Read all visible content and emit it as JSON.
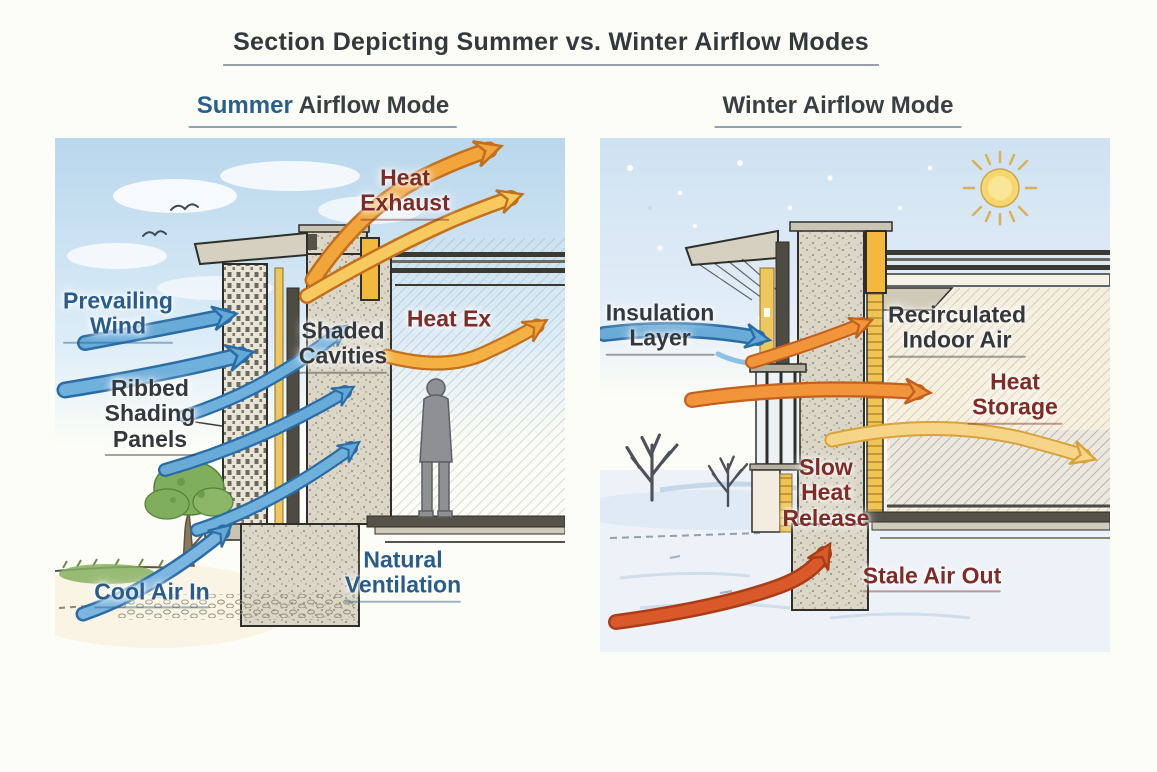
{
  "title": "Section Depicting Summer vs. Winter Airflow Modes",
  "panels": {
    "summer": {
      "heading": {
        "accent": "Summer",
        "rest": " Airflow Mode"
      },
      "labels": {
        "heat_exhaust": "Heat\nExhaust",
        "prevailing_wind": "Prevailing\nWind",
        "shaded_cavities": "Shaded\nCavities",
        "heat_ex": "Heat Ex",
        "ribbed_shading_panels": "Ribbed\nShading\nPanels",
        "cool_air_in": "Cool Air In",
        "natural_ventilation": "Natural\nVentilation"
      },
      "scene": [
        "sky",
        "clouds",
        "birds",
        "tree",
        "person",
        "building-section"
      ]
    },
    "winter": {
      "heading": {
        "accent": "Winter",
        "rest": " Airflow Mode"
      },
      "labels": {
        "insulation_layer": "Insulation\nLayer",
        "recirculated_indoor_air": "Recirculated\nIndoor Air",
        "heat_storage": "Heat Storage",
        "slow_heat_release": "Slow\nHeat\nRelease",
        "stale_air_out": "Stale Air Out"
      },
      "scene": [
        "snowy-sky",
        "sun",
        "bare-trees",
        "building-section"
      ]
    }
  },
  "colors": {
    "background": "#fdfdf7",
    "title_ink": "#33383d",
    "summer_accent_blue": "#2a5f8c",
    "label_blue": "#2a5c8a",
    "label_maroon": "#7e2c28",
    "label_charcoal": "#34383c",
    "arrow_blue": "#68abd9",
    "arrow_orange": "#f2a53a",
    "arrow_pale_orange": "#f6d488",
    "arrow_red": "#d9592b",
    "insulation_yellow": "#f0c452",
    "sun_yellow": "#f6d66e",
    "sky_blue": "#bcd8ec",
    "concrete": "#dbd6c6"
  }
}
